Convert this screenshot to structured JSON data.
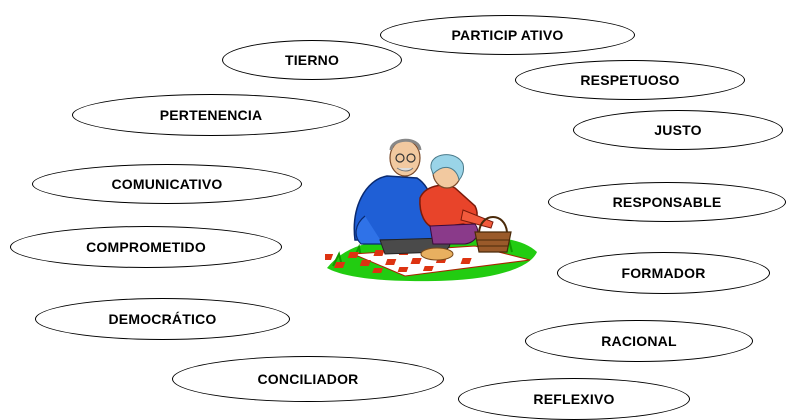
{
  "diagram": {
    "labels": {
      "participativo": "PARTICIP ATIVO",
      "tierno": "TIERNO",
      "respetuoso": "RESPETUOSO",
      "pertenencia": "PERTENENCIA",
      "justo": "JUSTO",
      "comunicativo": "COMUNICATIVO",
      "responsable": "RESPONSABLE",
      "comprometido": "COMPROMETIDO",
      "formador": "FORMADOR",
      "democratico": "DEMOCRÁTICO",
      "racional": "RACIONAL",
      "conciliador": "CONCILIADOR",
      "reflexivo": "REFLEXIVO"
    },
    "center_image": "clipart-elderly-couple-picnic"
  }
}
